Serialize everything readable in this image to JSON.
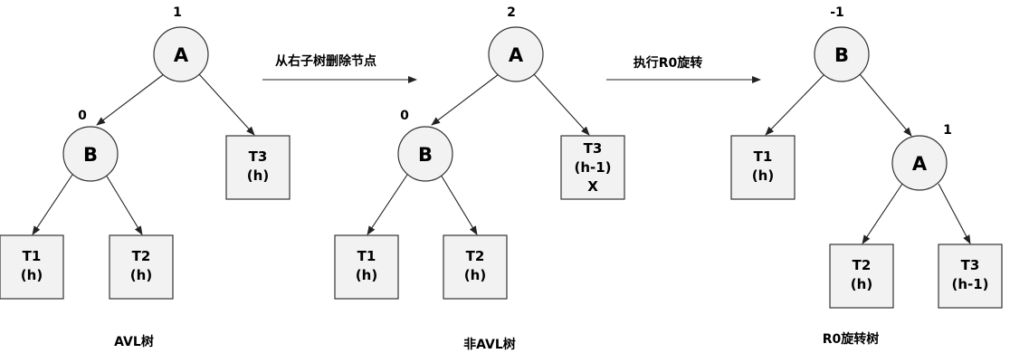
{
  "trees": [
    {
      "caption": "AVL树",
      "nodes": [
        {
          "id": "A",
          "label": "A",
          "bf": "1"
        },
        {
          "id": "B",
          "label": "B",
          "bf": "0"
        }
      ],
      "subtrees": [
        {
          "id": "T1",
          "lines": [
            "T1",
            "(h)"
          ]
        },
        {
          "id": "T2",
          "lines": [
            "T2",
            "(h)"
          ]
        },
        {
          "id": "T3",
          "lines": [
            "T3",
            "(h)"
          ]
        }
      ]
    },
    {
      "caption": "非AVL树",
      "nodes": [
        {
          "id": "A",
          "label": "A",
          "bf": "2"
        },
        {
          "id": "B",
          "label": "B",
          "bf": "0"
        }
      ],
      "subtrees": [
        {
          "id": "T1",
          "lines": [
            "T1",
            "(h)"
          ]
        },
        {
          "id": "T2",
          "lines": [
            "T2",
            "(h)"
          ]
        },
        {
          "id": "T3",
          "lines": [
            "T3",
            "(h-1)",
            "X"
          ]
        }
      ]
    },
    {
      "caption": "R0旋转树",
      "nodes": [
        {
          "id": "B",
          "label": "B",
          "bf": "-1"
        },
        {
          "id": "A",
          "label": "A",
          "bf": "1"
        }
      ],
      "subtrees": [
        {
          "id": "T1",
          "lines": [
            "T1",
            "(h)"
          ]
        },
        {
          "id": "T2",
          "lines": [
            "T2",
            "(h)"
          ]
        },
        {
          "id": "T3",
          "lines": [
            "T3",
            "(h-1)"
          ]
        }
      ]
    }
  ],
  "transitions": [
    {
      "label": "从右子树删除节点"
    },
    {
      "label": "执行R0旋转"
    }
  ]
}
